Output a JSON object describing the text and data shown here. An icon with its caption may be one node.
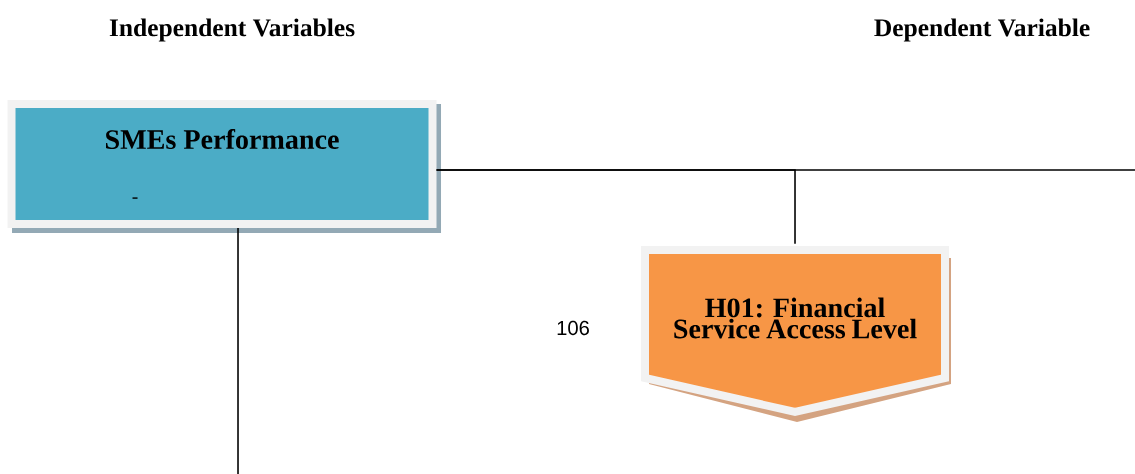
{
  "diagram": {
    "nodes": [
      {
        "text": [
          "SMEs Performance",
          "-"
        ]
      },
      {
        "text": [
          "H01: Financial Service Access Level"
        ]
      }
    ],
    "edges": [
      {
        "from": 0,
        "to": 1,
        "arrow": "none"
      },
      {
        "from": 0,
        "to": null,
        "arrow": "none"
      },
      {
        "from": 0,
        "to": null,
        "arrow": "none"
      }
    ],
    "labels": [
      "Independent Variables",
      "Dependent Variable",
      "106"
    ]
  }
}
